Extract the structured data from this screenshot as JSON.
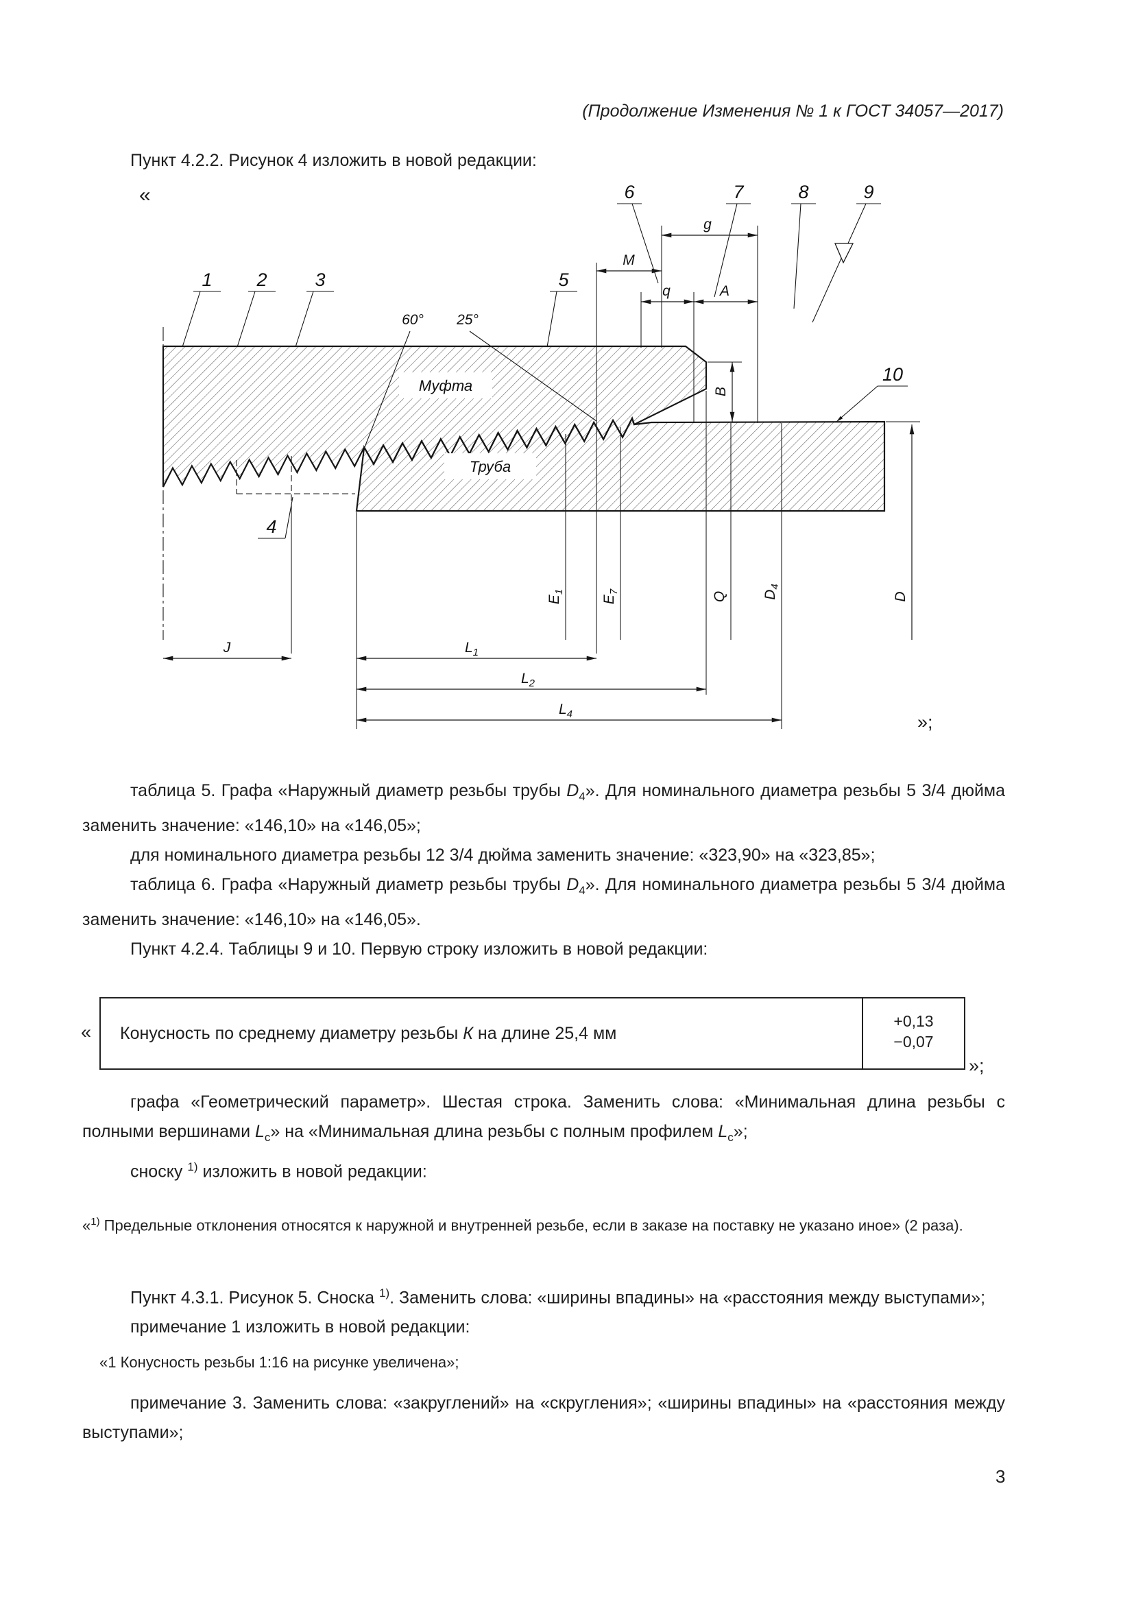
{
  "page": {
    "header": "(Продолжение Изменения № 1 к ГОСТ 34057—2017)",
    "page_number": "3"
  },
  "intro": {
    "text": "Пункт 4.2.2. Рисунок 4 изложить в новой редакции:",
    "quote_open": "«",
    "quote_close": "»;"
  },
  "figure": {
    "labels": {
      "c1": "1",
      "c2": "2",
      "c3": "3",
      "c4": "4",
      "c5": "5",
      "c6": "6",
      "c7": "7",
      "c8": "8",
      "c9": "9",
      "c10": "10",
      "angle60": "60°",
      "angle25": "25°",
      "coupling": "Муфта",
      "pipe": "Труба",
      "g": "g",
      "M": "M",
      "q": "q",
      "A": "A",
      "B": "B",
      "Q": "Q",
      "D": "D",
      "J": "J",
      "E1b": "E",
      "E1s": "1",
      "E7b": "E",
      "E7s": "7",
      "D4b": "D",
      "D4s": "4",
      "L1b": "L",
      "L1s": "1",
      "L2b": "L",
      "L2s": "2",
      "L4b": "L",
      "L4s": "4"
    }
  },
  "body": {
    "p1": [
      {
        "t": "таблица 5. Графа «Наружный диаметр резьбы трубы "
      },
      {
        "t": "D",
        "s": "i"
      },
      {
        "t": "4",
        "s": "sub"
      },
      {
        "t": "». Для номинального диаметра резьбы 5 3/4 дюйма заменить значение: «146,10» на «146,05»;"
      }
    ],
    "p2": [
      {
        "t": "для номинального диаметра резьбы 12 3/4 дюйма заменить значение: «323,90» на «323,85»;"
      }
    ],
    "p3": [
      {
        "t": "таблица 6. Графа «Наружный диаметр резьбы трубы "
      },
      {
        "t": "D",
        "s": "i"
      },
      {
        "t": "4",
        "s": "sub"
      },
      {
        "t": "». Для номинального диаметра резьбы 5 3/4 дюйма заменить значение: «146,10» на «146,05»."
      }
    ],
    "p4": [
      {
        "t": "Пункт 4.2.4. Таблицы 9 и 10. Первую строку изложить в новой редакции:"
      }
    ],
    "p5": [
      {
        "t": "графа «Геометрический параметр». Шестая строка. Заменить слова: «Минимальная длина резьбы с полными вершинами "
      },
      {
        "t": "L",
        "s": "i"
      },
      {
        "t": "с",
        "s": "sub"
      },
      {
        "t": "» на «Минимальная длина резьбы с полным профилем "
      },
      {
        "t": "L",
        "s": "i"
      },
      {
        "t": "с",
        "s": "sub"
      },
      {
        "t": "»;"
      }
    ],
    "p6": [
      {
        "t": "сноску "
      },
      {
        "t": "1)",
        "s": "sup"
      },
      {
        "t": " изложить в новой редакции:"
      }
    ],
    "p7": [
      {
        "t": "«"
      },
      {
        "t": "1)",
        "s": "sup"
      },
      {
        "t": " Предельные отклонения относятся к наружной и внутренней резьбе, если в заказе на поставку не указано иное» (2 раза)."
      }
    ],
    "p8": [
      {
        "t": "Пункт 4.3.1. Рисунок 5. Сноска "
      },
      {
        "t": "1)",
        "s": "sup"
      },
      {
        "t": ". Заменить слова: «ширины впадины» на «расстояния между выступами»;"
      }
    ],
    "p9": [
      {
        "t": "примечание 1 изложить в новой редакции:"
      }
    ],
    "p10": [
      {
        "t": "«1 Конусность резьбы 1:16 на рисунке увеличена»;"
      }
    ],
    "p11": [
      {
        "t": "примечание 3. Заменить слова: «закруглений» на «скругления»; «ширины впадины» на «расстояния между выступами»;"
      }
    ]
  },
  "table": {
    "quote_open": "«",
    "quote_close": "»;",
    "cell": [
      {
        "t": "Конусность по среднему диаметру резьбы "
      },
      {
        "t": "К",
        "s": "i"
      },
      {
        "t": " на длине 25,4 мм"
      }
    ],
    "tol_plus": "+0,13",
    "tol_minus": "−0,07"
  }
}
